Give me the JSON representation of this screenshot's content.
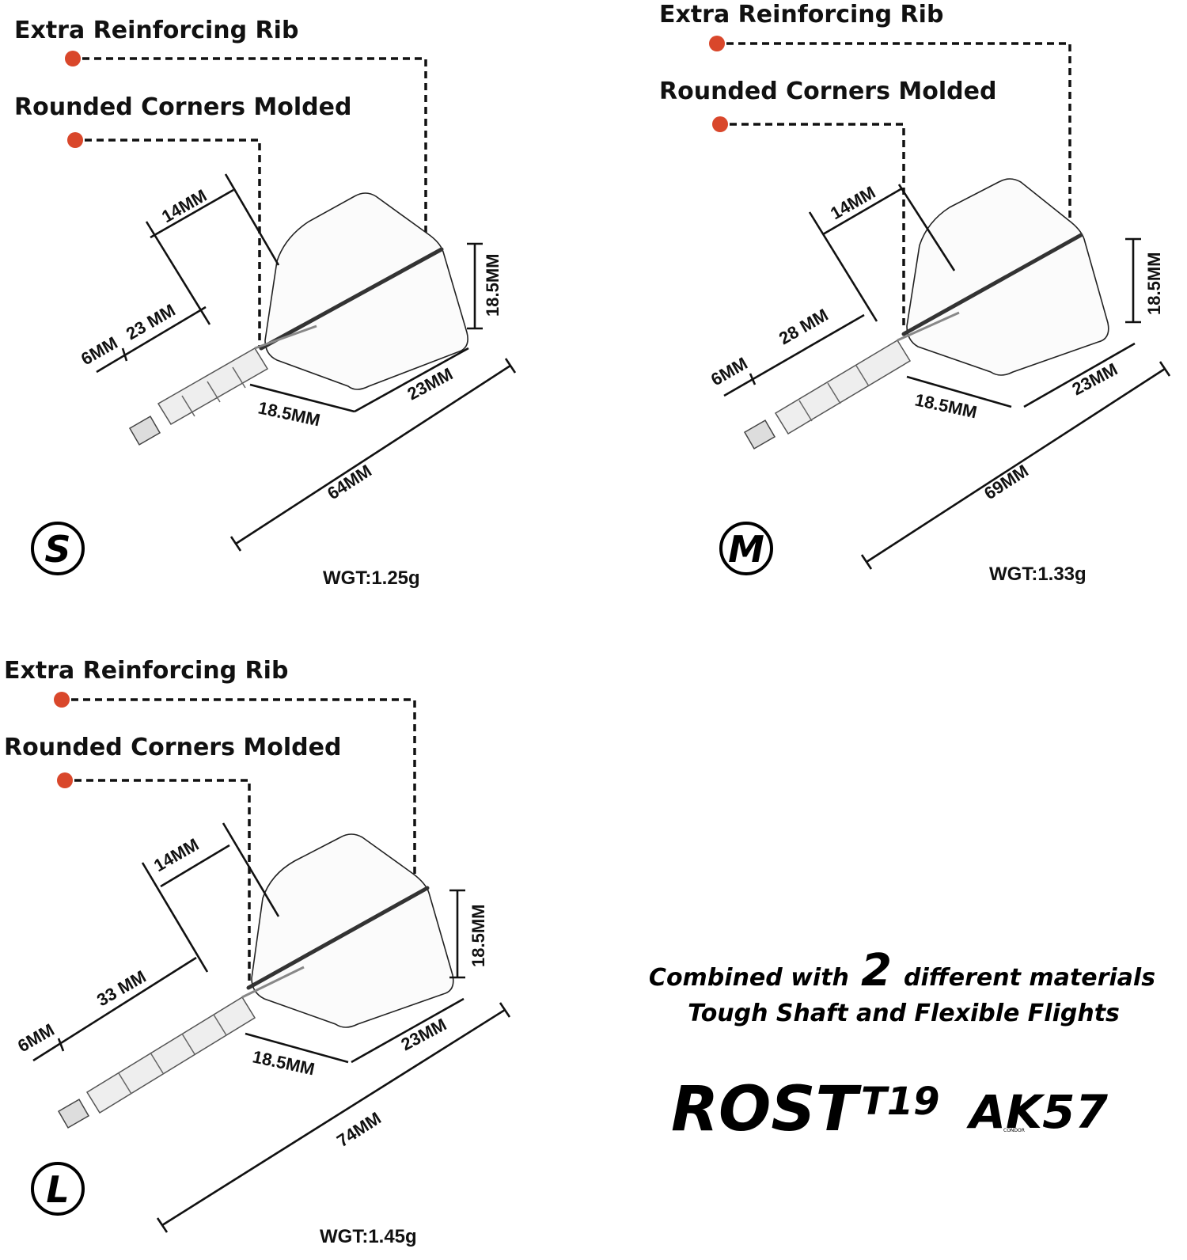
{
  "panels": [
    {
      "id": "s",
      "size_letter": "S",
      "callout_rib": "Extra Reinforcing Rib",
      "callout_corners": "Rounded Corners Molded",
      "dim_top": "14MM",
      "dim_stem": "23 MM",
      "dim_base": "6MM",
      "dim_height": "18.5MM",
      "dim_inner": "18.5MM",
      "dim_outer": "23MM",
      "dim_total": "64MM",
      "weight": "WGT:1.25g"
    },
    {
      "id": "m",
      "size_letter": "M",
      "callout_rib": "Extra Reinforcing Rib",
      "callout_corners": "Rounded Corners Molded",
      "dim_top": "14MM",
      "dim_stem": "28 MM",
      "dim_base": "6MM",
      "dim_height": "18.5MM",
      "dim_inner": "18.5MM",
      "dim_outer": "23MM",
      "dim_total": "69MM",
      "weight": "WGT:1.33g"
    },
    {
      "id": "l",
      "size_letter": "L",
      "callout_rib": "Extra Reinforcing Rib",
      "callout_corners": "Rounded Corners Molded",
      "dim_top": "14MM",
      "dim_stem": "33 MM",
      "dim_base": "6MM",
      "dim_height": "18.5MM",
      "dim_inner": "18.5MM",
      "dim_outer": "23MM",
      "dim_total": "74MM",
      "weight": "WGT:1.45g"
    }
  ],
  "tagline": {
    "prefix": "Combined with",
    "number": "2",
    "suffix": "different materials",
    "line2": "Tough Shaft and Flexible Flights"
  },
  "brands": {
    "rost": "ROST",
    "t19": "T19",
    "ak57": "AK57",
    "ak57_small": "CONDOR"
  },
  "colors": {
    "callout_dot": "#d9472b",
    "ink": "#111111"
  }
}
